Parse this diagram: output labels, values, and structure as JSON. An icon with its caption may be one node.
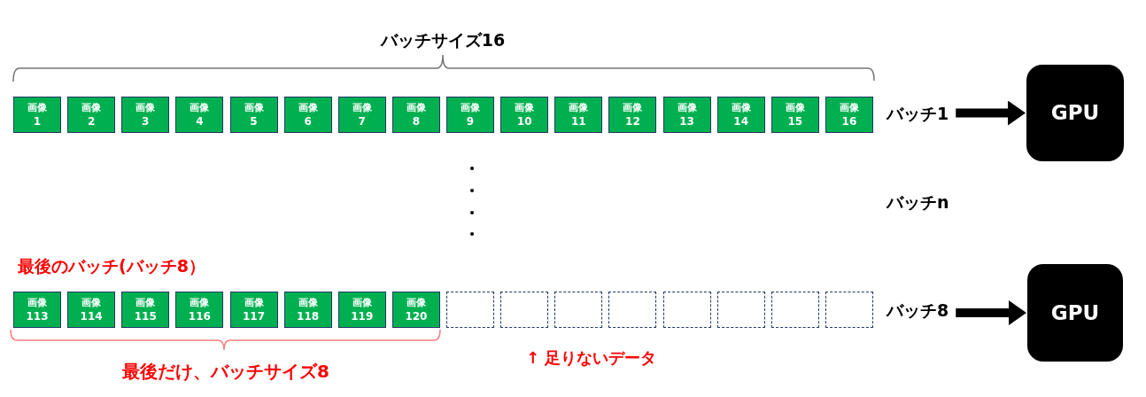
{
  "diagram": {
    "nodes": [
      {
        "text": [
          "画像",
          "1"
        ]
      },
      {
        "text": [
          "画像",
          "2"
        ]
      },
      {
        "text": [
          "画像",
          "3"
        ]
      },
      {
        "text": [
          "画像",
          "4"
        ]
      },
      {
        "text": [
          "画像",
          "5"
        ]
      },
      {
        "text": [
          "画像",
          "6"
        ]
      },
      {
        "text": [
          "画像",
          "7"
        ]
      },
      {
        "text": [
          "画像",
          "8"
        ]
      },
      {
        "text": [
          "画像",
          "9"
        ]
      },
      {
        "text": [
          "画像",
          "10"
        ]
      },
      {
        "text": [
          "画像",
          "11"
        ]
      },
      {
        "text": [
          "画像",
          "12"
        ]
      },
      {
        "text": [
          "画像",
          "13"
        ]
      },
      {
        "text": [
          "画像",
          "14"
        ]
      },
      {
        "text": [
          "画像",
          "15"
        ]
      },
      {
        "text": [
          "画像",
          "16"
        ]
      },
      {
        "text": [
          "バッチ1"
        ]
      },
      {
        "text": [
          "GPU"
        ]
      },
      {
        "text": [
          "画像",
          "113"
        ]
      },
      {
        "text": [
          "画像",
          "114"
        ]
      },
      {
        "text": [
          "画像",
          "115"
        ]
      },
      {
        "text": [
          "画像",
          "116"
        ]
      },
      {
        "text": [
          "画像",
          "117"
        ]
      },
      {
        "text": [
          "画像",
          "118"
        ]
      },
      {
        "text": [
          "画像",
          "119"
        ]
      },
      {
        "text": [
          "画像",
          "120"
        ]
      },
      {
        "text": [],
        "shape": "box"
      },
      {
        "text": [],
        "shape": "box"
      },
      {
        "text": [],
        "shape": "box"
      },
      {
        "text": [],
        "shape": "box"
      },
      {
        "text": [],
        "shape": "box"
      },
      {
        "text": [],
        "shape": "box"
      },
      {
        "text": [],
        "shape": "box"
      },
      {
        "text": [],
        "shape": "box"
      },
      {
        "text": [
          "バッチ8"
        ]
      },
      {
        "text": [
          "GPU"
        ]
      }
    ],
    "edges": [
      {
        "from": 16,
        "to": 17,
        "arrow": "to"
      },
      {
        "from": 34,
        "to": 35,
        "arrow": "to"
      }
    ],
    "labels": [
      "バッチサイズ16",
      "バッチn",
      "最後のバッチ(バッチ8）",
      "↑ 足りないデータ",
      "最後だけ、バッチサイズ8"
    ]
  }
}
